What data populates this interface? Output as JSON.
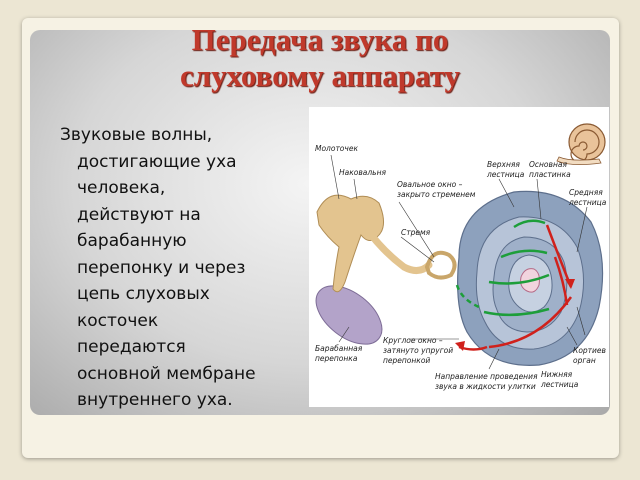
{
  "slide": {
    "title_line1": "Передача звука по",
    "title_line2": "слуховому аппарату",
    "body_lines": [
      "Звуковые волны,",
      "достигающие уха",
      "человека,",
      "действуют на",
      "барабанную",
      "перепонку и через",
      "цепь слуховых",
      "косточек",
      "передаются",
      "основной мембране",
      "внутреннего уха."
    ]
  },
  "figure": {
    "labels": {
      "malleus": "Молоточек",
      "incus": "Наковальня",
      "oval_window_1": "Овальное окно –",
      "oval_window_2": "закрыто стременем",
      "stapes": "Стремя",
      "scala_vestibuli_1": "Верхняя",
      "scala_vestibuli_2": "лестница",
      "basilar_1": "Основная",
      "basilar_2": "пластинка",
      "scala_media_1": "Средняя",
      "scala_media_2": "лестница",
      "eardrum_1": "Барабанная",
      "eardrum_2": "перепонка",
      "round_window_1": "Круглое окно –",
      "round_window_2": "затянуто упругой",
      "round_window_3": "перепонкой",
      "direction_1": "Направление проведения",
      "direction_2": "звука в жидкости улитки",
      "scala_tympani_1": "Нижняя",
      "scala_tympani_2": "лестница",
      "corti_1": "Кортиев",
      "corti_2": "орган"
    },
    "colors": {
      "ossicles": "#e3c48f",
      "eardrum": "#b3a3c9",
      "cochlea": "#8da1bd",
      "arrow_green": "#1d9e3a",
      "arrow_red": "#d0211c"
    }
  }
}
